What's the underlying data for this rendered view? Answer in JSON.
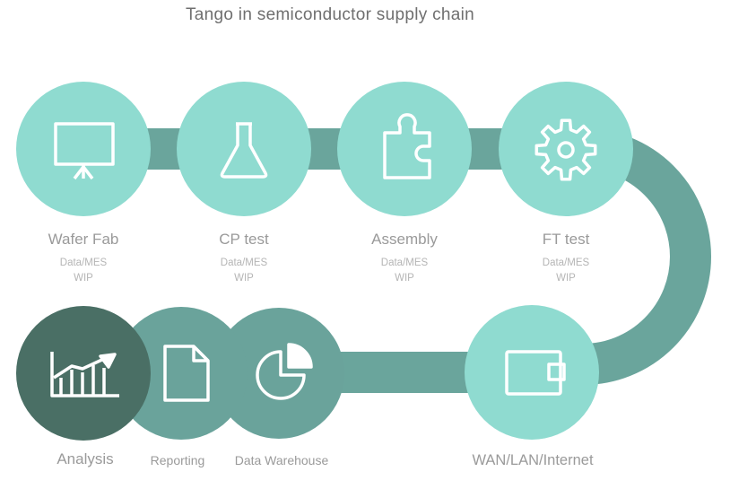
{
  "title": "Tango in semiconductor supply chain",
  "colors": {
    "light": "#8fdbd0",
    "track": "#6aa59c",
    "mid": "#6aa39b",
    "dark": "#4a6f65",
    "icon": "#ffffff"
  },
  "top_steps": [
    {
      "label": "Wafer Fab",
      "sub1": "Data/MES",
      "sub2": "WIP",
      "icon": "presentation-board-icon"
    },
    {
      "label": "CP test",
      "sub1": "Data/MES",
      "sub2": "WIP",
      "icon": "flask-icon"
    },
    {
      "label": "Assembly",
      "sub1": "Data/MES",
      "sub2": "WIP",
      "icon": "puzzle-piece-icon"
    },
    {
      "label": "FT test",
      "sub1": "Data/MES",
      "sub2": "WIP",
      "icon": "gear-icon"
    }
  ],
  "bottom_steps": [
    {
      "label": "Analysis",
      "icon": "bar-chart-trend-icon"
    },
    {
      "label": "Reporting",
      "icon": "document-icon"
    },
    {
      "label": "Data Warehouse",
      "icon": "pie-chart-icon"
    },
    {
      "label": "WAN/LAN/Internet",
      "icon": "wallet-icon"
    }
  ]
}
